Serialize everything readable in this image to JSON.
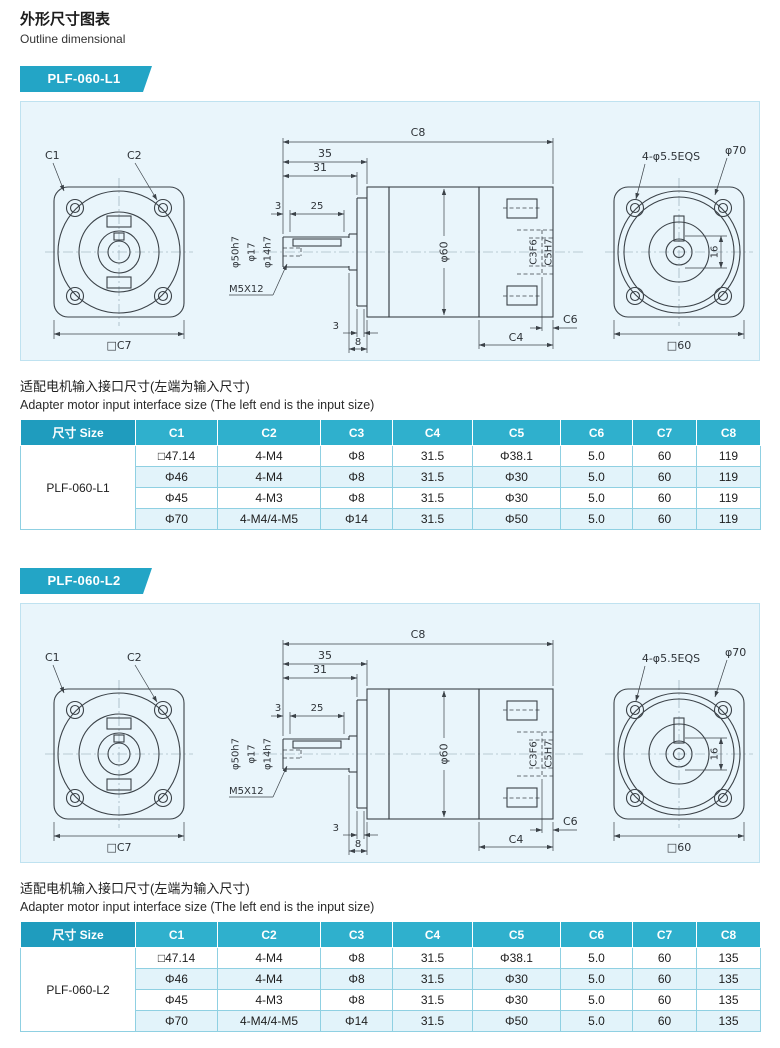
{
  "page": {
    "title_cn": "外形尺寸图表",
    "title_en": "Outline dimensional"
  },
  "adapter_note": {
    "cn": "适配电机输入接口尺寸(左端为输入尺寸)",
    "en": "Adapter motor input interface size (The left end is the input size)"
  },
  "drawing": {
    "c1": "C1",
    "c2": "C2",
    "c8": "C8",
    "dim35": "35",
    "dim31": "31",
    "dim3": "3",
    "dim25": "25",
    "d50": "φ50h7",
    "d17": "φ17",
    "d14": "φ14h7",
    "m5": "M5X12",
    "d60": "φ60",
    "c3f6": "C3F6",
    "c5h7": "C5H7",
    "dim3b": "3",
    "dim8": "8",
    "c6": "C6",
    "c4": "C4",
    "c7": "□C7",
    "eqs": "4-φ5.5EQS",
    "d70": "φ70",
    "dim16": "16",
    "sq60": "□60"
  },
  "table_headers": [
    "尺寸 Size",
    "C1",
    "C2",
    "C3",
    "C4",
    "C5",
    "C6",
    "C7",
    "C8"
  ],
  "sections": [
    {
      "badge": "PLF-060-L1",
      "model": "PLF-060-L1",
      "rows": [
        [
          "□47.14",
          "4-M4",
          "Φ8",
          "31.5",
          "Φ38.1",
          "5.0",
          "60",
          "119"
        ],
        [
          "Φ46",
          "4-M4",
          "Φ8",
          "31.5",
          "Φ30",
          "5.0",
          "60",
          "119"
        ],
        [
          "Φ45",
          "4-M3",
          "Φ8",
          "31.5",
          "Φ30",
          "5.0",
          "60",
          "119"
        ],
        [
          "Φ70",
          "4-M4/4-M5",
          "Φ14",
          "31.5",
          "Φ50",
          "5.0",
          "60",
          "119"
        ]
      ]
    },
    {
      "badge": "PLF-060-L2",
      "model": "PLF-060-L2",
      "rows": [
        [
          "□47.14",
          "4-M4",
          "Φ8",
          "31.5",
          "Φ38.1",
          "5.0",
          "60",
          "135"
        ],
        [
          "Φ46",
          "4-M4",
          "Φ8",
          "31.5",
          "Φ30",
          "5.0",
          "60",
          "135"
        ],
        [
          "Φ45",
          "4-M3",
          "Φ8",
          "31.5",
          "Φ30",
          "5.0",
          "60",
          "135"
        ],
        [
          "Φ70",
          "4-M4/4-M5",
          "Φ14",
          "31.5",
          "Φ50",
          "5.0",
          "60",
          "135"
        ]
      ]
    }
  ],
  "colors": {
    "accent": "#23a5c6",
    "table_header": "#2fb0cd",
    "panel_bg": "#e9f5fb",
    "row_alt": "#e2f3fa",
    "table_border": "#8fd0e2"
  }
}
